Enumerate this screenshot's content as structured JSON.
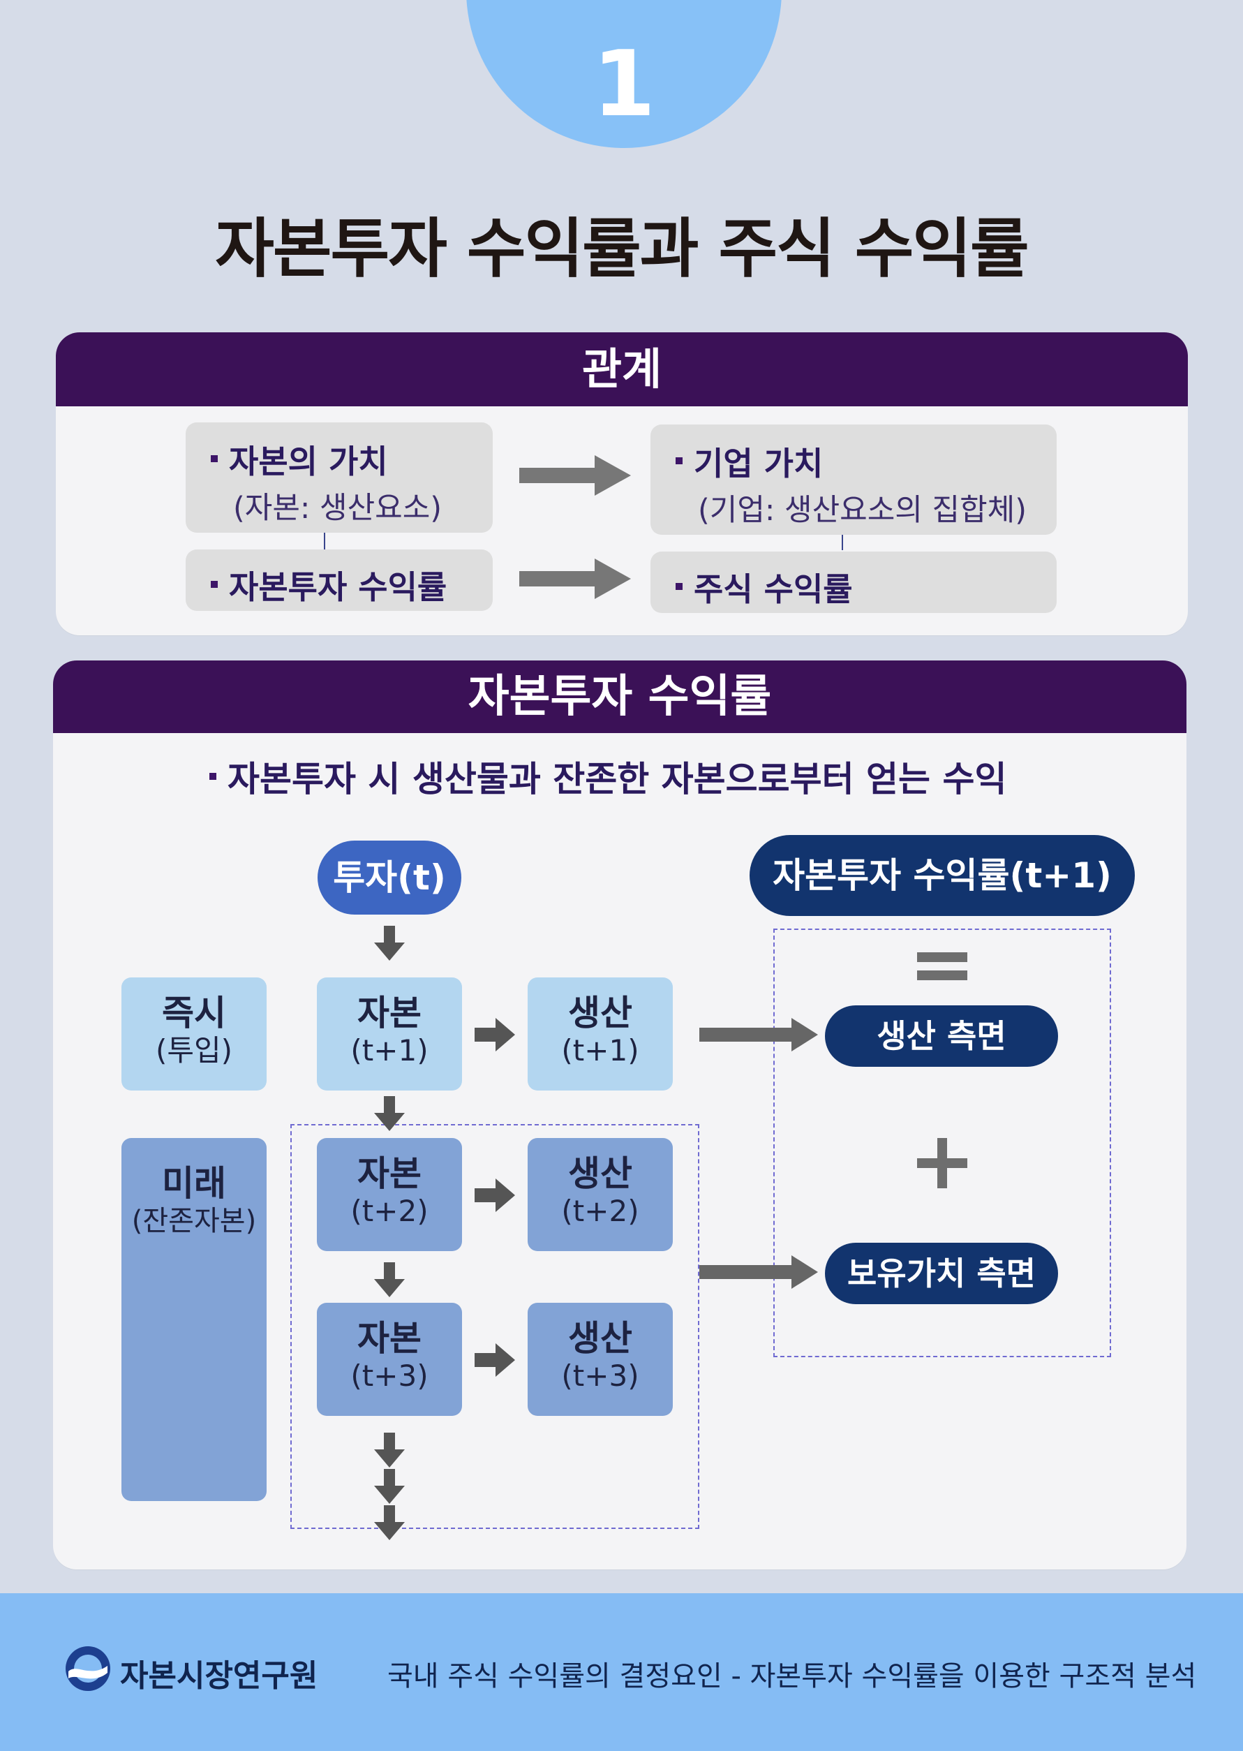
{
  "page_number": "1",
  "title": "자본투자 수익률과 주식 수익률",
  "relation": {
    "header": "관계",
    "capital_value_title": "자본의 가치",
    "capital_value_sub": "(자본: 생산요소)",
    "firm_value_title": "기업 가치",
    "firm_value_sub": "(기업: 생산요소의 집합체)",
    "capital_return": "자본투자 수익률",
    "stock_return": "주식 수익률"
  },
  "capital_return": {
    "header": "자본투자 수익률",
    "definition": "자본투자 시 생산물과 잔존한 자본으로부터 얻는 수익",
    "investment": "투자(t)",
    "result": "자본투자 수익률(t+1)",
    "equals": "=",
    "plus": "+",
    "production_side": "생산 측면",
    "holding_value_side": "보유가치 측면",
    "immediate_title": "즉시",
    "immediate_sub": "(투입)",
    "future_title": "미래",
    "future_sub": "(잔존자본)",
    "capital_label": "자본",
    "production_label": "생산",
    "periods": [
      "(t+1)",
      "(t+2)",
      "(t+3)"
    ]
  },
  "footer": {
    "org": "자본시장연구원",
    "report": "국내 주식 수익률의 결정요인 - 자본투자 수익률을 이용한 구조적 분석"
  },
  "colors": {
    "background": "#d6dce8",
    "header_purple": "#3b1157",
    "circle_blue": "#87c1f7",
    "light_box": "#b3d6f0",
    "mid_box": "#82a3d6",
    "navy_pill": "#12346e",
    "blue_pill": "#3d66c2",
    "footer_blue": "#85bcf4"
  }
}
